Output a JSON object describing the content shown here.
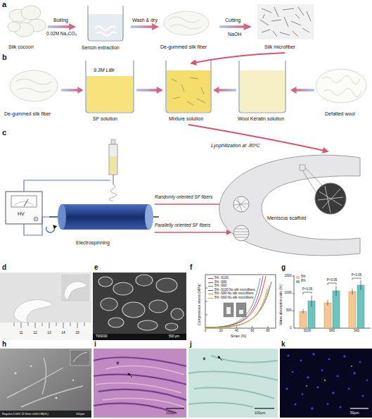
{
  "diagram": {
    "labels": [
      "a",
      "Silk cocoon",
      "Boiling",
      "0.02M Na₂CO₃",
      "Sericin extraction",
      "Wash & dry",
      "De-gummed silk fiber",
      "Cutting",
      "NaOH",
      "Silk microfiber",
      "b",
      "De-gummed silk fiber",
      "9.3M LiBr",
      "SF solution",
      "Mixture solution",
      "Wool Keratin solution",
      "Defatted wool",
      "Lyophilization at -80ºC",
      "c",
      "HV",
      "Electrospinning",
      "Randomly oriented SF fibers",
      "Parallelly oriented SF fibers",
      "Meniscus scaffold",
      "d",
      "11",
      "12",
      "13",
      "14",
      "15",
      "e",
      "TM3030",
      "500 µm",
      "f",
      "Compressive stress (MPa)",
      "Strain (%)",
      "0",
      "20",
      "40",
      "60",
      "80",
      "g",
      "Water absorption ratio (%)",
      "0",
      "500",
      "1000",
      "1500",
      "S100",
      "S80",
      "S60",
      "P<0.05",
      "P<0.05",
      "P<0.05",
      "h",
      "Regulus 5.0kV 12.9mm x500 LM(UL)",
      "100µm",
      "i",
      "*",
      "100µm",
      "j",
      "*",
      "100µm",
      "k",
      "50µm"
    ],
    "legend": [
      {
        "text": "5% -S100"
      },
      {
        "text": "5% -S80"
      },
      {
        "text": "5% -S60"
      },
      {
        "text": "5% -S100 No silk microfibers"
      },
      {
        "text": "5% -S80-No silk microfibers"
      },
      {
        "text": "5% -S60-No silk microfibers"
      },
      {
        "text": "5%",
        "color": "#f6c690"
      },
      {
        "text": "8%",
        "color": "#6cc4bf"
      }
    ]
  }
}
